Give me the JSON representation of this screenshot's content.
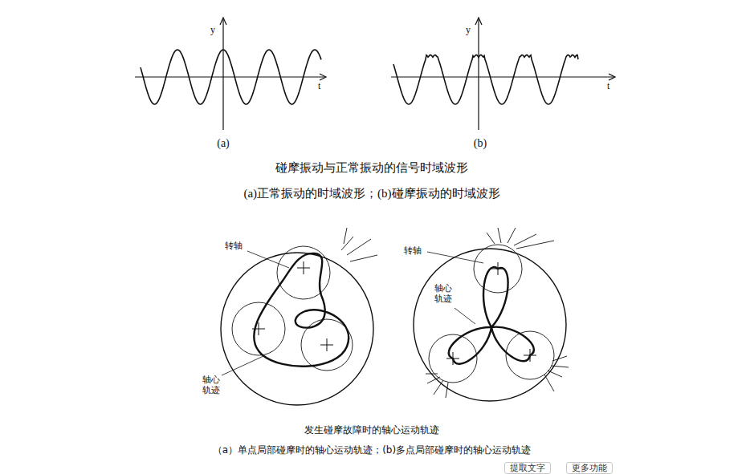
{
  "diagram": {
    "labels": [
      "y",
      "t",
      "(a)",
      "y",
      "t",
      "(b)",
      "碰摩振动与正常振动的信号时域波形",
      "(a)正常振动的时域波形；(b)碰摩振动的时域波形",
      "转轴",
      "轴心 轨迹",
      "转轴",
      "轴心 轨迹",
      "发生碰摩故障时的轴心运动轨迹",
      "（a）单点局部碰摩时的轴心运动轨迹；(b)多点局部碰摩时的轴心运动轨迹",
      "提取文字",
      "更多功能"
    ]
  }
}
